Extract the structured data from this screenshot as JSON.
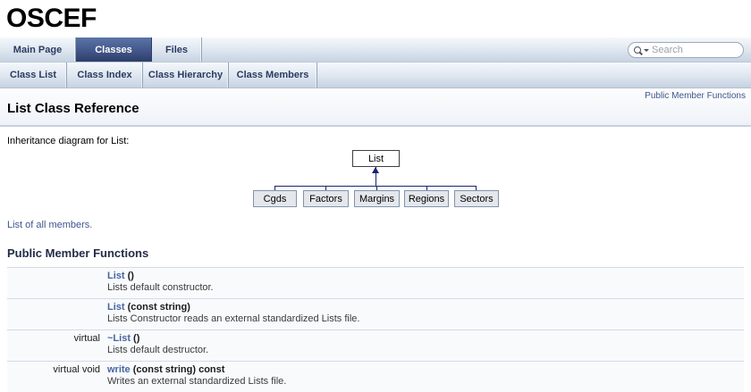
{
  "logo": "OSCEF",
  "nav": {
    "tabs": [
      {
        "label": "Main Page"
      },
      {
        "label": "Classes"
      },
      {
        "label": "Files"
      }
    ],
    "subtabs": [
      {
        "label": "Class List"
      },
      {
        "label": "Class Index"
      },
      {
        "label": "Class Hierarchy"
      },
      {
        "label": "Class Members"
      }
    ],
    "search": {
      "placeholder": "Search"
    }
  },
  "header": {
    "summary_link": "Public Member Functions",
    "title": "List Class Reference"
  },
  "content": {
    "inheritance_caption": "Inheritance diagram for List:",
    "all_members_link": "List of all members.",
    "section_heading": "Public Member Functions"
  },
  "diagram": {
    "root": "List",
    "children": [
      {
        "label": "Cgds"
      },
      {
        "label": "Factors"
      },
      {
        "label": "Margins"
      },
      {
        "label": "Regions"
      },
      {
        "label": "Sectors"
      }
    ]
  },
  "members": [
    {
      "type": "",
      "name": "List",
      "params": " ()",
      "desc": "Lists default constructor."
    },
    {
      "type": "",
      "name": "List",
      "params": " (const string)",
      "desc": "Lists Constructor reads an external standardized Lists file."
    },
    {
      "type": "virtual",
      "name": "~List",
      "params": " ()",
      "desc": "Lists default destructor."
    },
    {
      "type": "virtual void",
      "name": "write",
      "params": " (const string) const",
      "desc": "Writes an external standardized Lists file."
    }
  ],
  "colors": {
    "link": "#3D578C",
    "member_link": "#4665A2",
    "tab_text": "#2A3B61",
    "tab_active_bg": "#2C3E69",
    "diagram_line": "#1A2370"
  }
}
